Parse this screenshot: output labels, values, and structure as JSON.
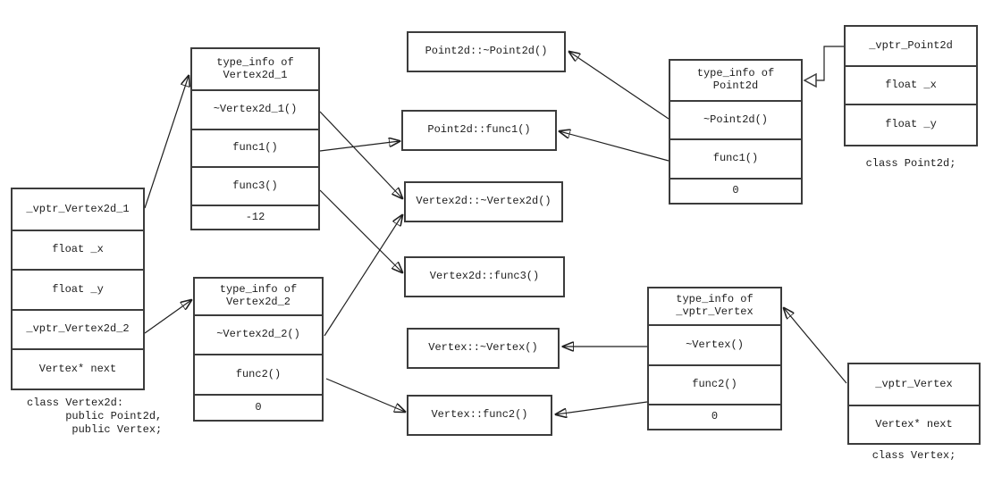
{
  "vertex2d_object": {
    "cells": [
      "_vptr_Vertex2d_1",
      "float _x",
      "float _y",
      "_vptr_Vertex2d_2",
      "Vertex* next"
    ],
    "caption": "class Vertex2d:\n      public Point2d,\n       public Vertex;"
  },
  "vertex2d_1_vtable": {
    "header": "type_info of\nVertex2d_1",
    "cells": [
      "~Vertex2d_1()",
      "func1()",
      "func3()",
      "-12"
    ]
  },
  "vertex2d_2_vtable": {
    "header": "type_info of\nVertex2d_2",
    "cells": [
      "~Vertex2d_2()",
      "func2()",
      "0"
    ]
  },
  "functions": {
    "point2d_dtor": "Point2d::~Point2d()",
    "point2d_func1": "Point2d::func1()",
    "vertex2d_dtor": "Vertex2d::~Vertex2d()",
    "vertex2d_func3": "Vertex2d::func3()",
    "vertex_dtor": "Vertex::~Vertex()",
    "vertex_func2": "Vertex::func2()"
  },
  "point2d_vtable": {
    "header": "type_info of\nPoint2d",
    "cells": [
      "~Point2d()",
      "func1()",
      "0"
    ]
  },
  "point2d_object": {
    "cells": [
      "_vptr_Point2d",
      "float _x",
      "float _y"
    ],
    "caption": "class Point2d;"
  },
  "vertex_vtable": {
    "header": "type_info of\n_vptr_Vertex",
    "cells": [
      "~Vertex()",
      "func2()",
      "0"
    ]
  },
  "vertex_object": {
    "cells": [
      "_vptr_Vertex",
      "Vertex* next"
    ],
    "caption": "class Vertex;"
  },
  "colors": {
    "background": "#ffffff",
    "border": "#3c3c3c",
    "arrow": "#1f1f1f",
    "text": "#1c1c1c"
  }
}
